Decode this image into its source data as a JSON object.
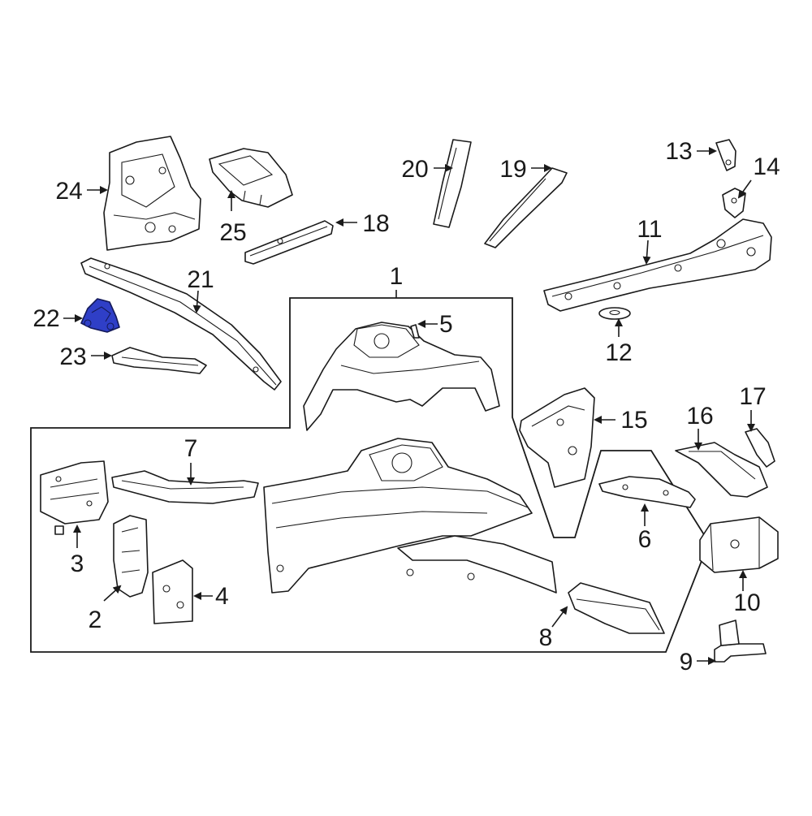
{
  "diagram": {
    "highlight_color": "#2f3fc7",
    "callouts": {
      "c1": "1",
      "c2": "2",
      "c3": "3",
      "c4": "4",
      "c5": "5",
      "c6": "6",
      "c7": "7",
      "c8": "8",
      "c9": "9",
      "c10": "10",
      "c11": "11",
      "c12": "12",
      "c13": "13",
      "c14": "14",
      "c15": "15",
      "c16": "16",
      "c17": "17",
      "c18": "18",
      "c19": "19",
      "c20": "20",
      "c21": "21",
      "c22": "22",
      "c23": "23",
      "c24": "24",
      "c25": "25"
    }
  }
}
